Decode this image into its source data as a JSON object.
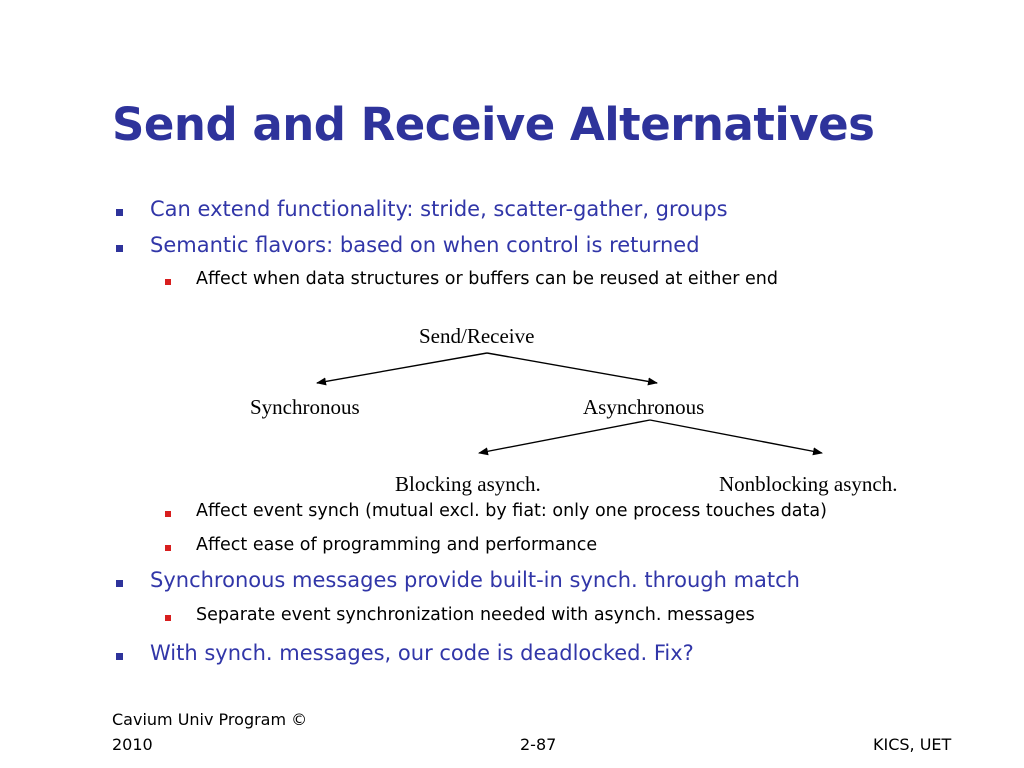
{
  "slide": {
    "title": "Send and Receive Alternatives",
    "bullets": [
      {
        "level": 1,
        "text": "Can extend functionality: stride, scatter-gather, groups"
      },
      {
        "level": 1,
        "text": "Semantic flavors: based on when control is returned"
      },
      {
        "level": 2,
        "text": "Affect when data structures or buffers can be reused at either end"
      },
      {
        "level": 2,
        "text": "Affect event synch (mutual excl. by fiat: only one process touches data)"
      },
      {
        "level": 2,
        "text": "Affect ease of programming and performance"
      },
      {
        "level": 1,
        "text": "Synchronous messages provide built-in synch. through match"
      },
      {
        "level": 2,
        "text": "Separate event synchronization needed with asynch. messages"
      },
      {
        "level": 1,
        "text": "With synch. messages, our code is deadlocked.  Fix?"
      }
    ],
    "diagram": {
      "root": "Send/Receive",
      "synchronous": "Synchronous",
      "asynchronous": "Asynchronous",
      "blocking": "Blocking asynch.",
      "nonblocking": "Nonblocking asynch."
    },
    "footer": {
      "left_line1": "Cavium Univ Program ©",
      "left_line2": "2010",
      "center": "2-87",
      "right": "KICS, UET"
    }
  },
  "colors": {
    "title": "#2E339B",
    "level1_text": "#3136A8",
    "level1_marker": "#2E339B",
    "level2_marker": "#D81E1E",
    "body_text": "#000000",
    "background": "#FFFFFF"
  }
}
